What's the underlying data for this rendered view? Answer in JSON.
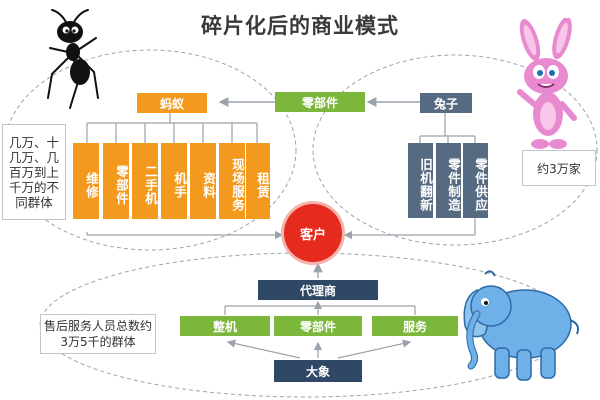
{
  "title": "碎片化后的商业模式",
  "nodes": {
    "ant": "蚂蚁",
    "parts_top": "零部件",
    "rabbit": "兔子",
    "customer": "客户",
    "agent": "代理商",
    "machine": "整机",
    "parts_bottom": "零部件",
    "service": "服务",
    "elephant": "大象"
  },
  "ant_columns": [
    "维修",
    "零部件",
    "二手机",
    "机手",
    "资料",
    "现场服务",
    "租赁"
  ],
  "rabbit_columns": [
    "旧机翻新",
    "零件制造",
    "零件供应"
  ],
  "notes": {
    "ant_group": "几万、十几万、几百万到上千万的不同群体",
    "rabbit_count": "约3万家",
    "elephant_group": "售后服务人员总数约3万5千的群体"
  },
  "colors": {
    "orange": "#f39a1e",
    "green": "#7bb73b",
    "slate": "#566b82",
    "navy": "#2f4866",
    "red": "#e52a1e"
  }
}
